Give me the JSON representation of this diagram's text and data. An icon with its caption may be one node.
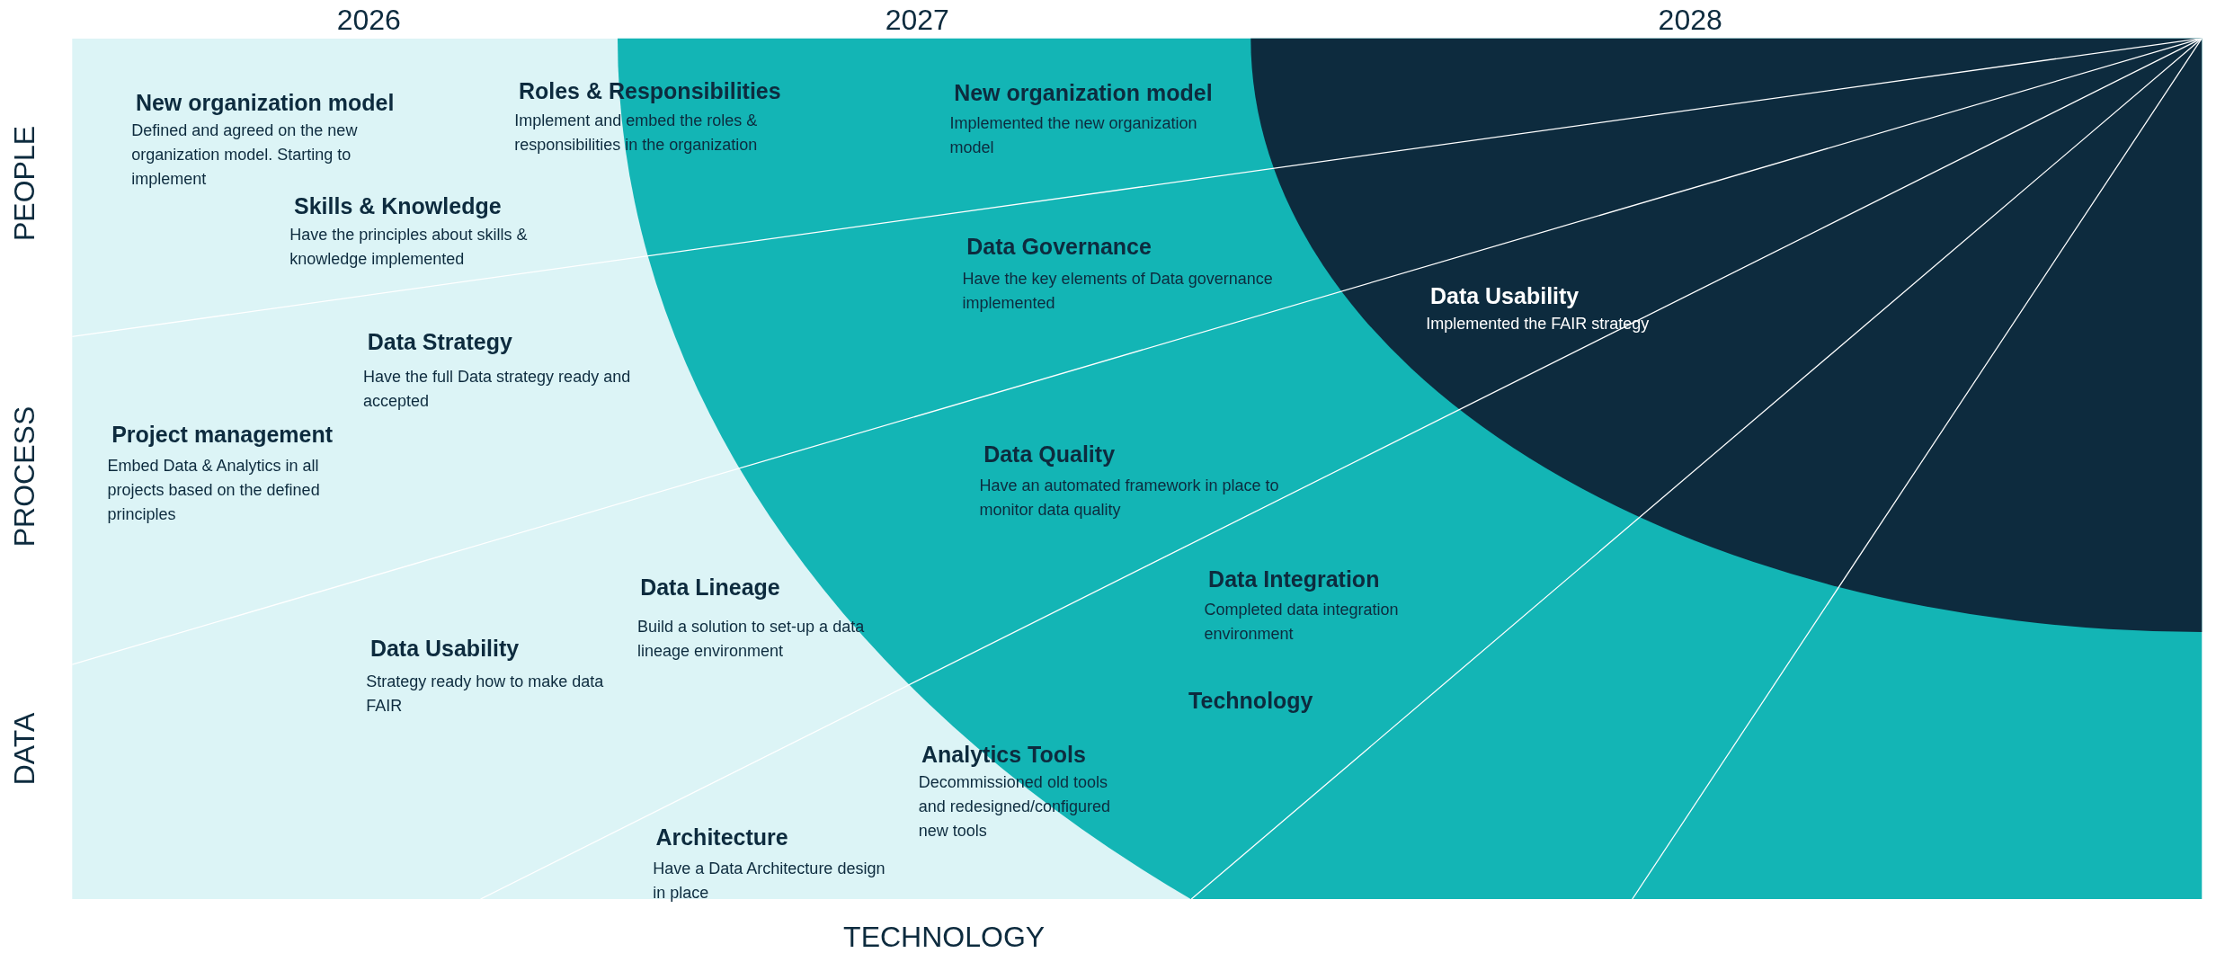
{
  "diagram": {
    "labels": [
      "2026",
      "2027",
      "2028",
      "PEOPLE",
      "Roles & Responsibilities",
      "Implement and embed the roles & responsibilities in the organization",
      "New organization model",
      "Implemented the new organization model",
      "New organization model",
      "Defined and agreed on the new organization model. Starting to implement",
      "Skills & Knowledge",
      "Have the principles about skills & knowledge implemented",
      "Data Governance",
      "Have the key elements of Data governance implemented",
      "Data Usability",
      "Implemented the FAIR strategy",
      "Data Strategy",
      "Have the full Data strategy ready and accepted",
      "Project management",
      "Embed Data & Analytics in all projects based on the defined principles",
      "PROCESS",
      "Data Quality",
      "Have an automated framework in place to monitor data quality",
      "Data Integration",
      "Completed data integration environment",
      "Data Lineage",
      "Build a solution to set-up a data lineage environment",
      "Data Usability",
      "Strategy ready how to make data FAIR",
      "Technology",
      "Analytics Tools",
      "Decommissioned old tools and redesigned/configured new tools",
      "DATA",
      "Architecture",
      "Have a Data Architecture design in place",
      "TECHNOLOGY"
    ]
  }
}
